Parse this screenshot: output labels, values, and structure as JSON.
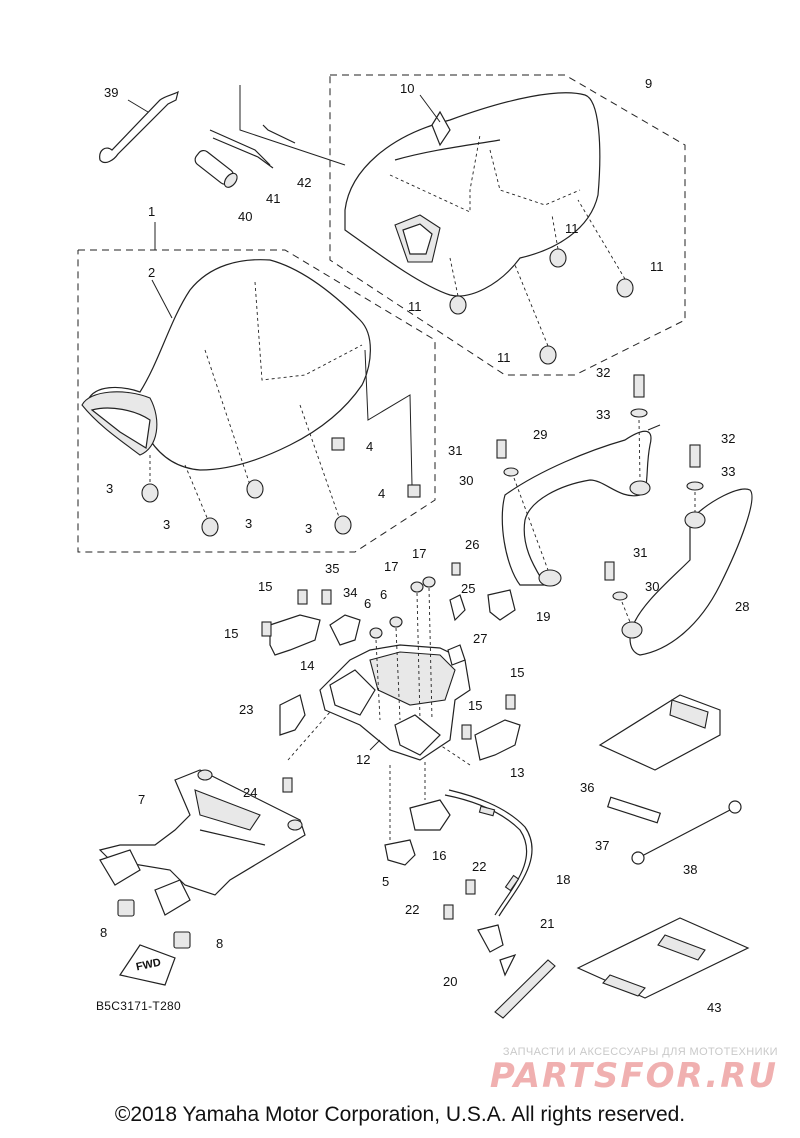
{
  "diagram": {
    "callouts": [
      "1",
      "2",
      "3",
      "4",
      "5",
      "6",
      "7",
      "8",
      "9",
      "10",
      "11",
      "12",
      "13",
      "14",
      "15",
      "16",
      "17",
      "18",
      "19",
      "20",
      "21",
      "22",
      "23",
      "24",
      "25",
      "26",
      "27",
      "28",
      "29",
      "30",
      "31",
      "32",
      "33",
      "34",
      "35",
      "36",
      "37",
      "38",
      "39",
      "40",
      "41",
      "42",
      "43"
    ],
    "direction_label": "FWD",
    "drawing_code": "B5C3171-T280"
  },
  "watermark": {
    "subtitle": "ЗАПЧАСТИ И АКСЕССУАРЫ ДЛЯ МОТОТЕХНИКИ",
    "logo": "PARTSFOR.RU"
  },
  "footer": {
    "copyright": "©2018 Yamaha Motor Corporation, U.S.A. All rights reserved."
  }
}
